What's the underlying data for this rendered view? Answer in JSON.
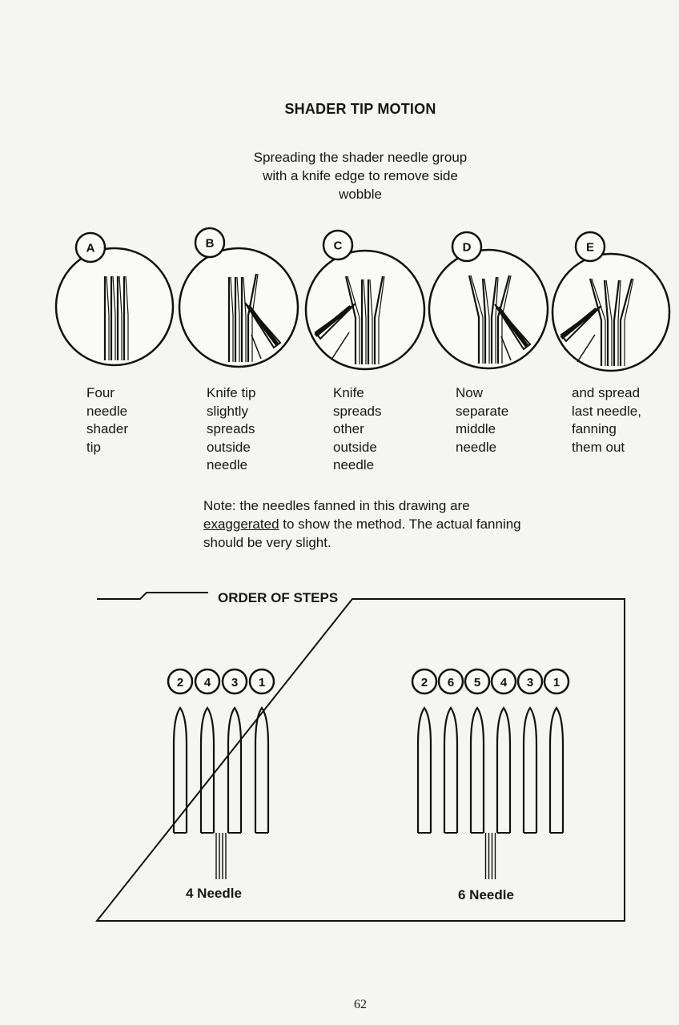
{
  "title": "SHADER TIP MOTION",
  "subtitle": "Spreading the shader needle group with a knife edge to remove side wobble",
  "steps": [
    {
      "letter": "A",
      "caption": "Four\nneedle\nshader\ntip"
    },
    {
      "letter": "B",
      "caption": "Knife tip\nslightly\nspreads\noutside\nneedle"
    },
    {
      "letter": "C",
      "caption": "Knife\nspreads\nother\noutside\nneedle"
    },
    {
      "letter": "D",
      "caption": "Now\nseparate\nmiddle\nneedle"
    },
    {
      "letter": "E",
      "caption": "and spread\nlast needle,\nfanning\nthem out"
    }
  ],
  "note": {
    "before": "Note: the needles fanned in this drawing are ",
    "emphasis": "exaggerated",
    "after": " to show the method.  The actual fanning should be very slight."
  },
  "order": {
    "title": "ORDER OF STEPS",
    "four_needle": {
      "label": "4 Needle",
      "sequence": [
        "2",
        "4",
        "3",
        "1"
      ]
    },
    "six_needle": {
      "label": "6 Needle",
      "sequence": [
        "2",
        "6",
        "5",
        "4",
        "3",
        "1"
      ]
    }
  },
  "page_number": "62"
}
